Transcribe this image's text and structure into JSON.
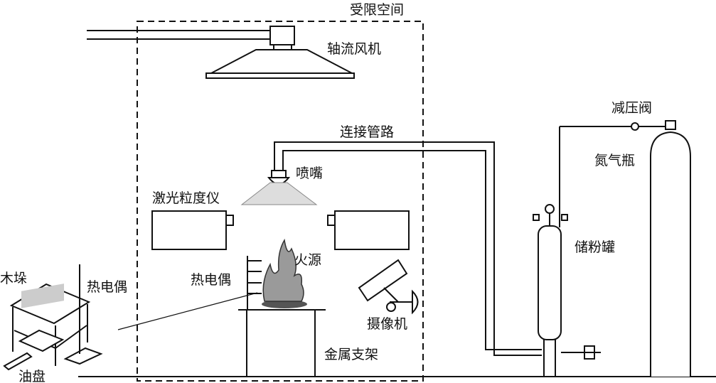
{
  "labels": {
    "confined_space": "受限空间",
    "axial_fan": "轴流风机",
    "pipeline": "连接管路",
    "pressure_valve": "减压阀",
    "nitrogen_cylinder": "氮气瓶",
    "nozzle": "喷嘴",
    "laser_particle_analyzer": "激光粒度仪",
    "fire_source": "火源",
    "thermocouple_inner": "热电偶",
    "thermocouple_outer": "热电偶",
    "wood_crib": "木垛",
    "oil_pan": "油盘",
    "powder_tank": "储粉罐",
    "camera": "摄像机",
    "metal_stand": "金属支架"
  }
}
